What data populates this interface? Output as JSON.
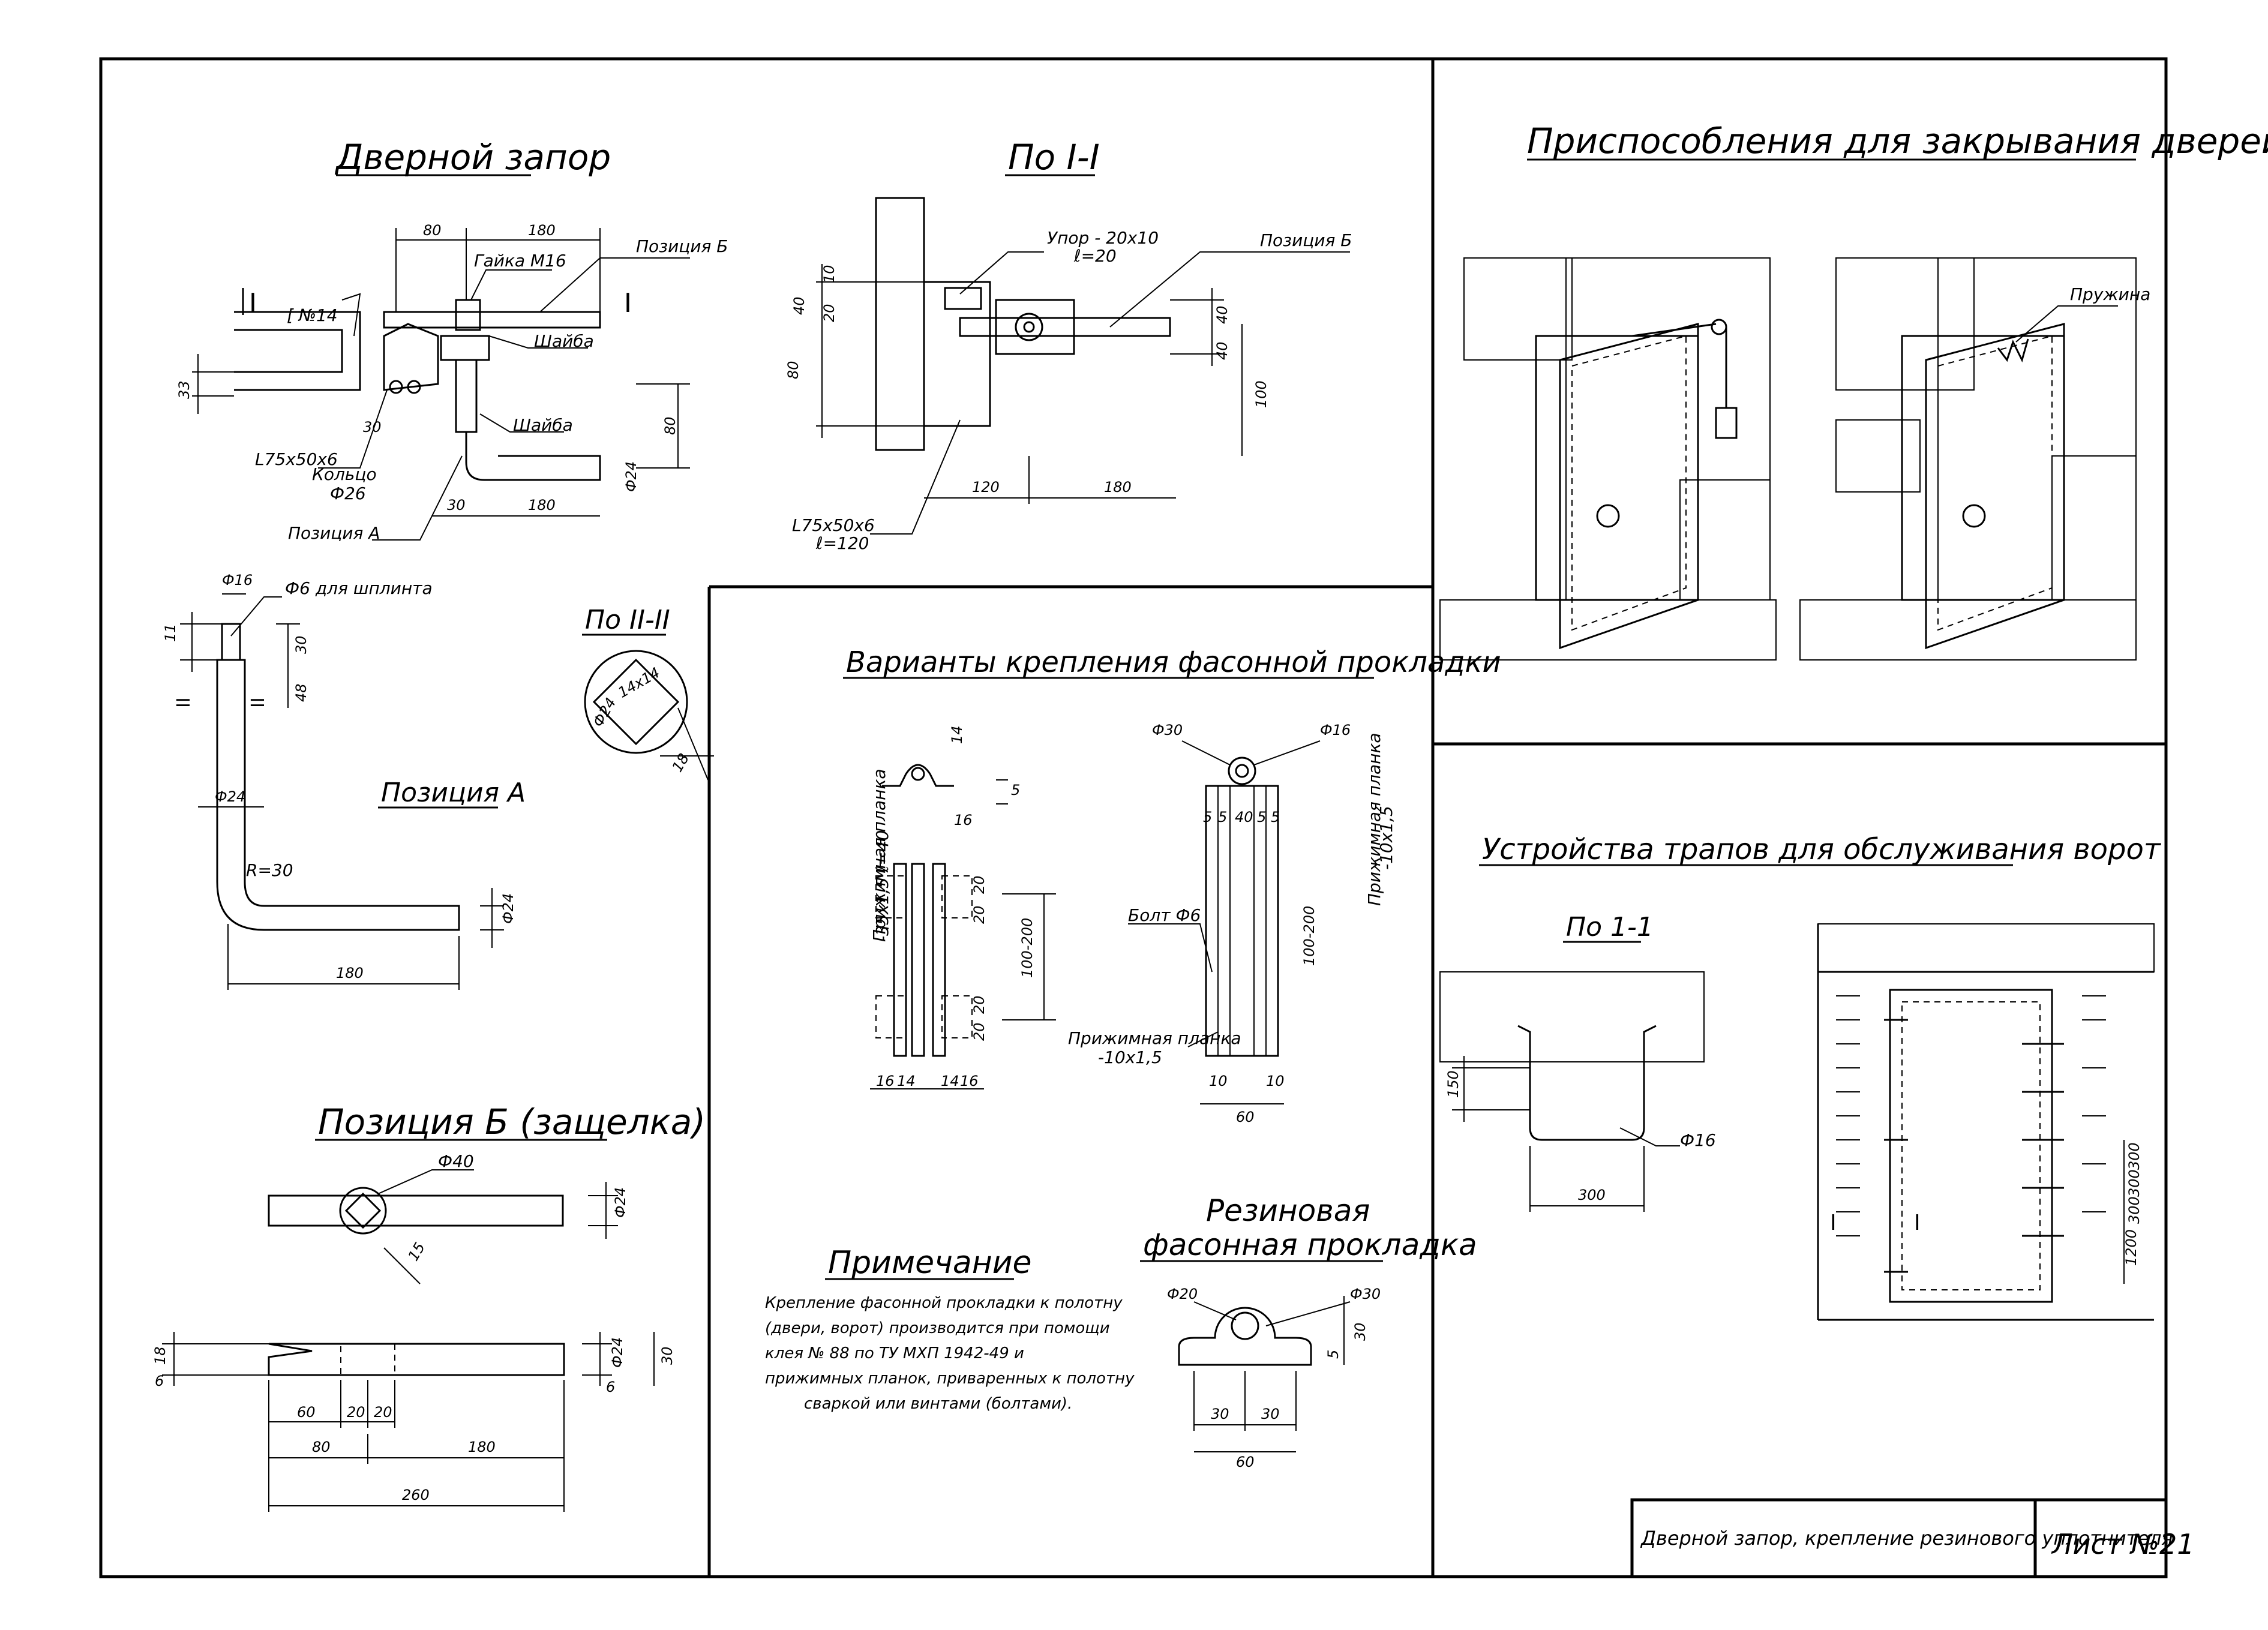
{
  "titles": {
    "door_latch": "Дверной запор",
    "section_1_1_latch": "По I-I",
    "closing_devices": "Приспособления для закрывания дверей типа I",
    "section_2_2": "По II-II",
    "position_a": "Позиция А",
    "fastening_variants": "Варианты крепления фасонной прокладки",
    "gangway_device": "Устройства трапов для обслуживания ворот",
    "section_1_1_small": "По 1-1",
    "position_b": "Позиция Б (защелка)",
    "note_title": "Примечание",
    "rubber_gasket_line1": "Резиновая",
    "rubber_gasket_line2": "фасонная прокладка"
  },
  "labels": {
    "nut": "Гайка М16",
    "position_b_ref": "Позиция Б",
    "position_a_ref": "Позиция А",
    "channel": "[ №14",
    "washer1": "Шайба",
    "washer2": "Шайба",
    "angle": "L75x50x6",
    "ring": "Кольцо",
    "ring_dia": "Ф26",
    "stop": "Упор - 20х10",
    "stop_len": "ℓ=20",
    "angle2": "L75x50x6",
    "angle2_len": "ℓ=120",
    "spring": "Пружина",
    "cotter": "Ф6 для шплинта",
    "bolt": "Болт Ф6",
    "clamp_strip1": "Прижимная планка",
    "clamp_strip1_size": "-35x1,5  ℓ=40",
    "clamp_strip2": "Прижимная планка",
    "clamp_strip2_size": "-10x1,5",
    "clamp_strip3": "Прижимная планка",
    "clamp_strip3_size": "-10x1,5",
    "radius": "R=30",
    "sec_mark_1": "I",
    "sec_mark_2": "II"
  },
  "dims": {
    "d80a": "80",
    "d180a": "180",
    "d33": "33",
    "d30a": "30",
    "d80b": "80",
    "d24a": "Ф24",
    "d30b": "30",
    "d180b": "180",
    "d10": "10",
    "d20": "20",
    "d40a": "40",
    "d80c": "80",
    "d40b": "40",
    "d40c": "40",
    "d100": "100",
    "d120": "120",
    "d180c": "180",
    "d16": "Ф16",
    "d11": "11",
    "d30c": "30",
    "d48": "48",
    "d24b": "Ф24",
    "d180d": "180",
    "d24c": "Ф24",
    "d24d": "Ф24",
    "d18a": "18",
    "d14sq": "14х14",
    "d14": "14",
    "d5a": "5",
    "d16b": "16",
    "d20a": "20",
    "d20b": "20",
    "d20c": "20",
    "d20d": "20",
    "d100_200a": "100-200",
    "d16c": "16",
    "d14b": "14",
    "d14c": "14",
    "d16d": "16",
    "d30phi": "Ф30",
    "d16phi": "Ф16",
    "d5b": "5",
    "d5c": "5",
    "d40d": "40",
    "d5d": "5",
    "d5e": "5",
    "d100_200b": "100-200",
    "d10b": "10",
    "d10c": "10",
    "d60a": "60",
    "d40phi": "Ф40",
    "d24e": "Ф24",
    "d15": "15",
    "d18b": "18",
    "d6a": "6",
    "d24f": "Ф24",
    "d30d": "30",
    "d6b": "6",
    "d60b": "60",
    "d20e": "20",
    "d20f": "20",
    "d80e": "80",
    "d180e": "180",
    "d260": "260",
    "d20phi": "Ф20",
    "d30phi2": "Ф30",
    "d30e": "30",
    "d5f": "5",
    "d30f": "30",
    "d30g": "30",
    "d60c": "60",
    "d150": "150",
    "d16phi2": "Ф16",
    "d300": "300",
    "d300a": "300",
    "d300b": "300",
    "d300c": "300",
    "d1200": "1200"
  },
  "note": {
    "lines": [
      "Крепление фасонной прокладки к полотну",
      "(двери, ворот) производится при помощи",
      "клея № 88  по  ТУ  МХП  1942-49  и",
      "прижимных  планок, приваренных к полотну",
      "сваркой или винтами  (болтами)."
    ]
  },
  "stamp": {
    "title": "Дверной запор, крепление резинового уплотнителя",
    "sheet": "Лист №21"
  }
}
